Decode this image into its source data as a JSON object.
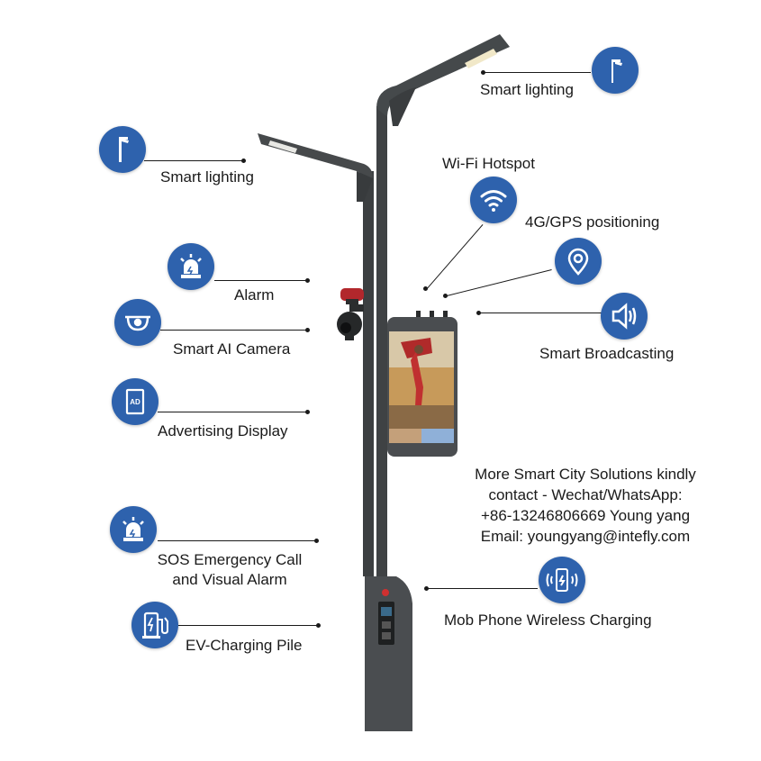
{
  "features": {
    "smart_lighting_top": "Smart lighting",
    "smart_lighting_left": "Smart lighting",
    "wifi": "Wi-Fi Hotspot",
    "gps": "4G/GPS positioning",
    "alarm": "Alarm",
    "camera": "Smart AI Camera",
    "broadcasting": "Smart Broadcasting",
    "advertising": "Advertising Display",
    "sos_line1": "SOS Emergency Call",
    "sos_line2": "and Visual Alarm",
    "wireless_charging": "Mob Phone Wireless Charging",
    "ev_charging": "EV-Charging Pile"
  },
  "advertising_icon_text": "AD",
  "contact": {
    "line1": "More Smart City Solutions kindly",
    "line2": "contact - Wechat/WhatsApp:",
    "line3": "+86-13246806669 Young yang",
    "line4": "Email: youngyang@intefly.com"
  },
  "colors": {
    "icon_blue": "#2e62ad",
    "pole": "#3f4244",
    "text": "#1a1a1a"
  },
  "icons": [
    "street-lamp-icon",
    "wifi-icon",
    "location-pin-icon",
    "siren-icon",
    "dome-camera-icon",
    "speaker-icon",
    "ad-display-icon",
    "sos-siren-icon",
    "phone-wireless-charging-icon",
    "ev-charger-icon"
  ]
}
